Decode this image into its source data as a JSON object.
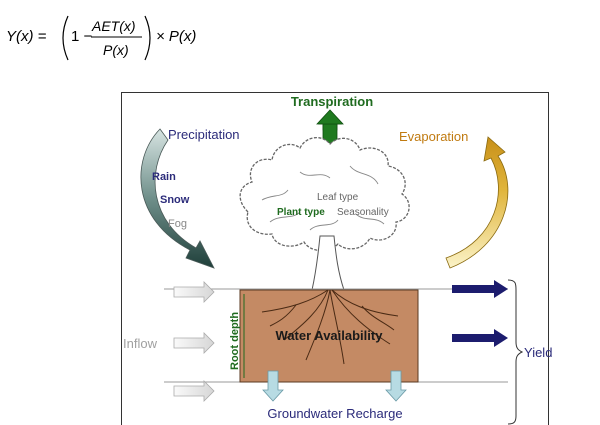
{
  "formula": {
    "lhs": "Y(x) =",
    "one_minus": "1 −",
    "numerator": "AET(x)",
    "denominator": "P(x)",
    "times": "× P(x)"
  },
  "labels": {
    "transpiration": "Transpiration",
    "precipitation": "Precipitation",
    "evaporation": "Evaporation",
    "rain": "Rain",
    "snow": "Snow",
    "fog": "Fog",
    "leaf_type": "Leaf type",
    "plant_type": "Plant type",
    "seasonality": "Seasonality",
    "root_depth": "Root depth",
    "water_availability": "Water Availability",
    "inflow": "Inflow",
    "yield": "Yield",
    "groundwater_recharge": "Groundwater Recharge"
  },
  "colors": {
    "transpiration": "#1f6b1f",
    "precipitation": "#2b2b7a",
    "evaporation": "#c07a10",
    "soil": "#c48a64",
    "soil_border": "#5a3a22",
    "root": "#4a2a14",
    "yield_arrow": "#1c1c6e",
    "inflow": "#9a9a9a",
    "recharge": "#b7dbe3",
    "precip_arrow_top": "#d7e4e2",
    "precip_arrow_bottom": "#1f3f3a",
    "evap_arrow_top": "#e0b43a",
    "evap_arrow_bottom": "#fbf3c8"
  }
}
